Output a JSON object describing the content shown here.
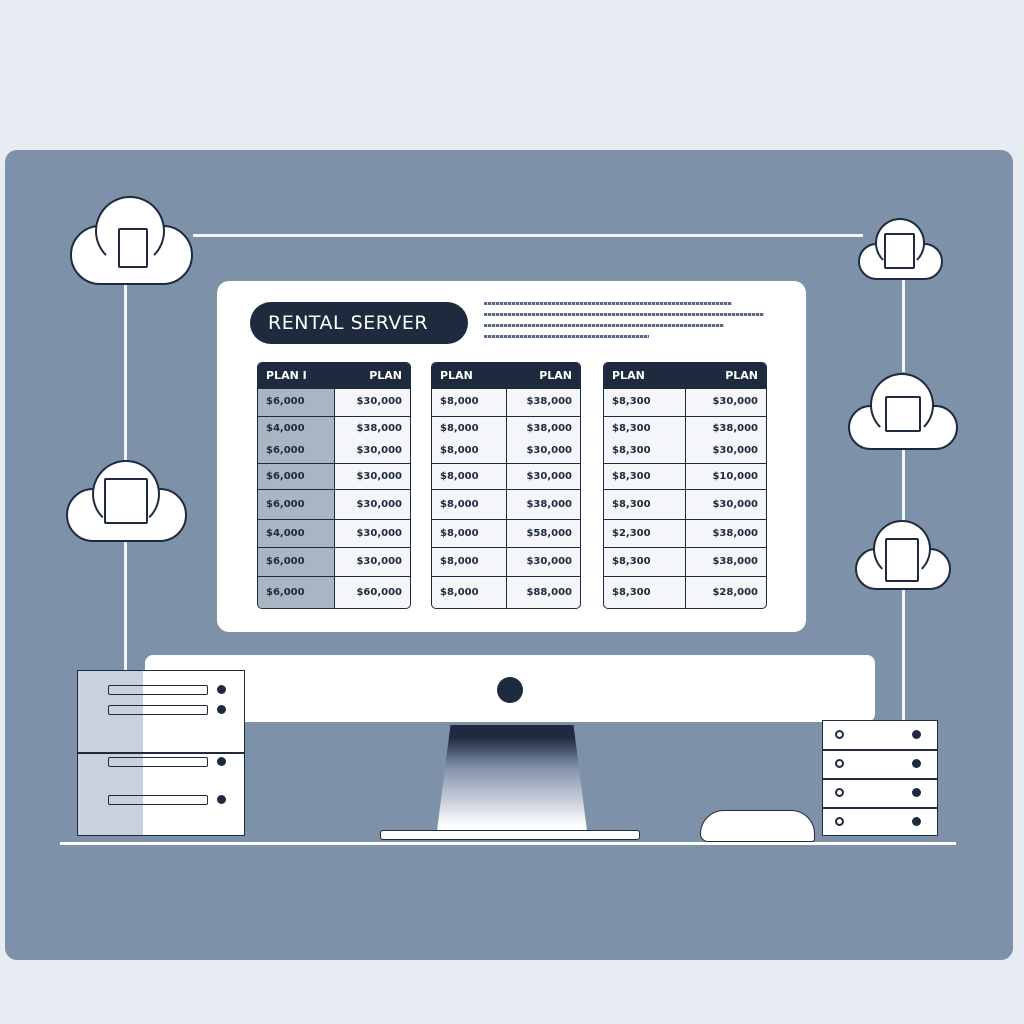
{
  "screen": {
    "title": "RENTAL SERVER"
  },
  "tables": [
    {
      "headers": [
        "PLAN I",
        "PLAN"
      ],
      "rows": [
        [
          "$6,000",
          "$30,000"
        ],
        [
          "$4,000\n$6,000",
          "$38,000\n$30,000"
        ],
        [
          "$6,000",
          "$30,000"
        ],
        [
          "$6,000",
          "$30,000"
        ],
        [
          "$4,000",
          "$30,000"
        ],
        [
          "$6,000",
          "$30,000"
        ],
        [
          "$6,000",
          "$60,000"
        ]
      ]
    },
    {
      "headers": [
        "PLAN",
        "PLAN"
      ],
      "rows": [
        [
          "$8,000",
          "$38,000"
        ],
        [
          "$8,000\n$8,000",
          "$38,000\n$30,000"
        ],
        [
          "$8,000",
          "$30,000"
        ],
        [
          "$8,000",
          "$38,000"
        ],
        [
          "$8,000",
          "$58,000"
        ],
        [
          "$8,000",
          "$30,000"
        ],
        [
          "$8,000",
          "$88,000"
        ]
      ]
    },
    {
      "headers": [
        "PLAN",
        "PLAN"
      ],
      "rows": [
        [
          "$8,300",
          "$30,000"
        ],
        [
          "$8,300\n$8,300",
          "$38,000\n$30,000"
        ],
        [
          "$8,300",
          "$10,000"
        ],
        [
          "$8,300",
          "$30,000"
        ],
        [
          "$2,300",
          "$38,000"
        ],
        [
          "$8,300",
          "$38,000"
        ],
        [
          "$8,300",
          "$28,000"
        ]
      ]
    }
  ]
}
